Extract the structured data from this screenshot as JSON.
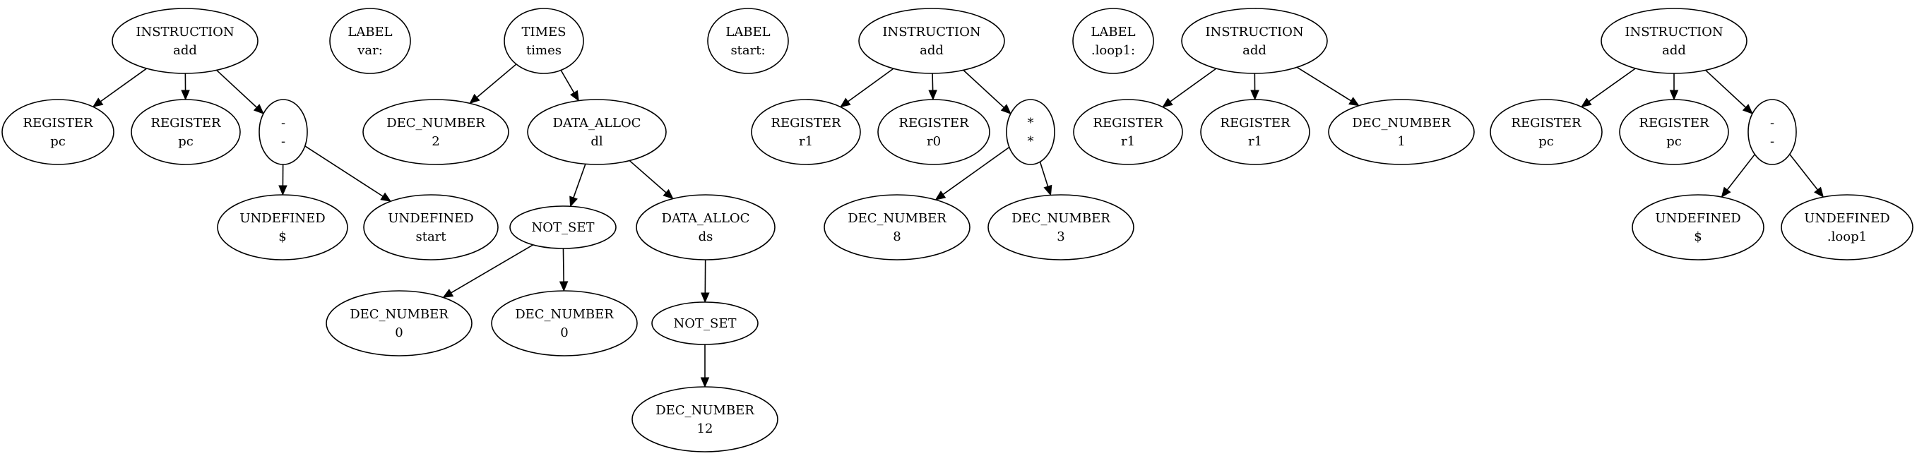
{
  "diagram": {
    "nodes": [
      {
        "id": "t1",
        "lines": [
          "INSTRUCTION",
          "add"
        ]
      },
      {
        "id": "t1_r1",
        "lines": [
          "REGISTER",
          "pc"
        ]
      },
      {
        "id": "t1_r2",
        "lines": [
          "REGISTER",
          "pc"
        ]
      },
      {
        "id": "t1_op",
        "lines": [
          "-",
          "-"
        ]
      },
      {
        "id": "t1_u1",
        "lines": [
          "UNDEFINED",
          "$"
        ]
      },
      {
        "id": "t1_u2",
        "lines": [
          "UNDEFINED",
          "start"
        ]
      },
      {
        "id": "lbl_var",
        "lines": [
          "LABEL",
          "var:"
        ]
      },
      {
        "id": "t2",
        "lines": [
          "TIMES",
          "times"
        ]
      },
      {
        "id": "t2_n",
        "lines": [
          "DEC_NUMBER",
          "2"
        ]
      },
      {
        "id": "t2_dl",
        "lines": [
          "DATA_ALLOC",
          "dl"
        ]
      },
      {
        "id": "t2_ns1",
        "lines": [
          "NOT_SET"
        ]
      },
      {
        "id": "t2_n0a",
        "lines": [
          "DEC_NUMBER",
          "0"
        ]
      },
      {
        "id": "t2_n0b",
        "lines": [
          "DEC_NUMBER",
          "0"
        ]
      },
      {
        "id": "t2_ds",
        "lines": [
          "DATA_ALLOC",
          "ds"
        ]
      },
      {
        "id": "t2_ns2",
        "lines": [
          "NOT_SET"
        ]
      },
      {
        "id": "t2_n12",
        "lines": [
          "DEC_NUMBER",
          "12"
        ]
      },
      {
        "id": "lbl_start",
        "lines": [
          "LABEL",
          "start:"
        ]
      },
      {
        "id": "t3",
        "lines": [
          "INSTRUCTION",
          "add"
        ]
      },
      {
        "id": "t3_r1",
        "lines": [
          "REGISTER",
          "r1"
        ]
      },
      {
        "id": "t3_r0",
        "lines": [
          "REGISTER",
          "r0"
        ]
      },
      {
        "id": "t3_op",
        "lines": [
          "*",
          "*"
        ]
      },
      {
        "id": "t3_n8",
        "lines": [
          "DEC_NUMBER",
          "8"
        ]
      },
      {
        "id": "t3_n3",
        "lines": [
          "DEC_NUMBER",
          "3"
        ]
      },
      {
        "id": "lbl_loop1",
        "lines": [
          "LABEL",
          ".loop1:"
        ]
      },
      {
        "id": "t4",
        "lines": [
          "INSTRUCTION",
          "add"
        ]
      },
      {
        "id": "t4_r1a",
        "lines": [
          "REGISTER",
          "r1"
        ]
      },
      {
        "id": "t4_r1b",
        "lines": [
          "REGISTER",
          "r1"
        ]
      },
      {
        "id": "t4_n1",
        "lines": [
          "DEC_NUMBER",
          "1"
        ]
      },
      {
        "id": "t5",
        "lines": [
          "INSTRUCTION",
          "add"
        ]
      },
      {
        "id": "t5_r1",
        "lines": [
          "REGISTER",
          "pc"
        ]
      },
      {
        "id": "t5_r2",
        "lines": [
          "REGISTER",
          "pc"
        ]
      },
      {
        "id": "t5_op",
        "lines": [
          "-",
          "-"
        ]
      },
      {
        "id": "t5_u1",
        "lines": [
          "UNDEFINED",
          "$"
        ]
      },
      {
        "id": "t5_u2",
        "lines": [
          "UNDEFINED",
          ".loop1"
        ]
      }
    ],
    "edges": [
      [
        "t1",
        "t1_r1"
      ],
      [
        "t1",
        "t1_r2"
      ],
      [
        "t1",
        "t1_op"
      ],
      [
        "t1_op",
        "t1_u1"
      ],
      [
        "t1_op",
        "t1_u2"
      ],
      [
        "t2",
        "t2_n"
      ],
      [
        "t2",
        "t2_dl"
      ],
      [
        "t2_dl",
        "t2_ns1"
      ],
      [
        "t2_dl",
        "t2_ds"
      ],
      [
        "t2_ns1",
        "t2_n0a"
      ],
      [
        "t2_ns1",
        "t2_n0b"
      ],
      [
        "t2_ds",
        "t2_ns2"
      ],
      [
        "t2_ns2",
        "t2_n12"
      ],
      [
        "t3",
        "t3_r1"
      ],
      [
        "t3",
        "t3_r0"
      ],
      [
        "t3",
        "t3_op"
      ],
      [
        "t3_op",
        "t3_n8"
      ],
      [
        "t3_op",
        "t3_n3"
      ],
      [
        "t4",
        "t4_r1a"
      ],
      [
        "t4",
        "t4_r1b"
      ],
      [
        "t4",
        "t4_n1"
      ],
      [
        "t5",
        "t5_r1"
      ],
      [
        "t5",
        "t5_r2"
      ],
      [
        "t5",
        "t5_op"
      ],
      [
        "t5_op",
        "t5_u1"
      ],
      [
        "t5_op",
        "t5_u2"
      ]
    ]
  }
}
